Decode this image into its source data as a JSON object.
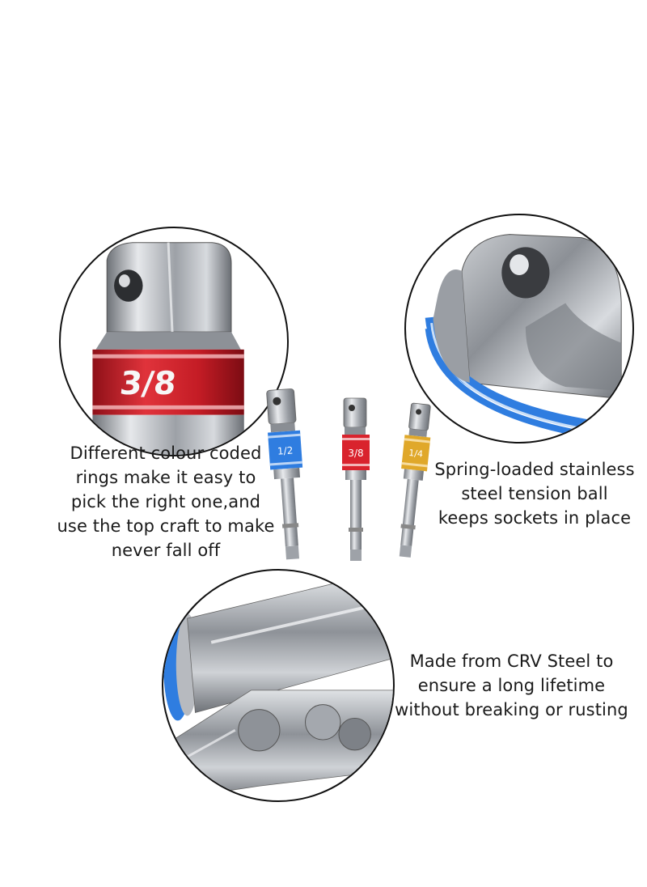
{
  "product": {
    "ring_colors": {
      "blue": "#2f7de0",
      "red": "#d9232d",
      "yellow": "#e0a82a",
      "steel": "#a9adb3"
    },
    "bits": [
      {
        "label": "1/2",
        "ring_color": "#2f7de0"
      },
      {
        "label": "3/8",
        "ring_color": "#d9232d"
      },
      {
        "label": "1/4",
        "ring_color": "#e0a82a"
      }
    ]
  },
  "detail_top_left": {
    "ring_label": "3/8",
    "icon": "socket-adapter-detail-icon"
  },
  "detail_top_right": {
    "icon": "tension-ball-detail-icon"
  },
  "detail_bottom": {
    "icon": "hex-shank-detail-icon"
  },
  "captions": {
    "color_rings": "Different colour coded\nrings make it easy to\npick the right one,and\nuse the top craft to make\nnever fall off",
    "tension_ball": "Spring-loaded stainless\nsteel tension ball\nkeeps sockets in place",
    "material": "Made from CRV Steel to\nensure a long lifetime\nwithout breaking or rusting"
  }
}
